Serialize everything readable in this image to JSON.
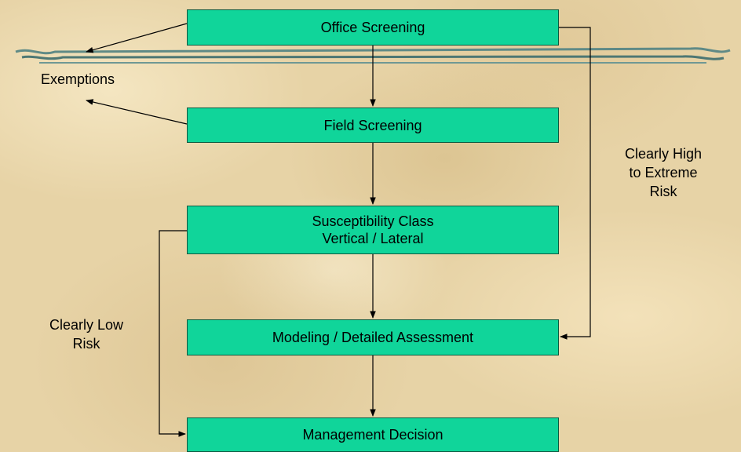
{
  "nodes": {
    "office_screening": "Office Screening",
    "field_screening": "Field Screening",
    "susceptibility_line1": "Susceptibility Class",
    "susceptibility_line2": "Vertical / Lateral",
    "modeling": "Modeling / Detailed Assessment",
    "management": "Management Decision"
  },
  "labels": {
    "exemptions": "Exemptions",
    "high_line1": "Clearly High",
    "high_line2": "to Extreme",
    "high_line3": "Risk",
    "low_line1": "Clearly Low",
    "low_line2": "Risk"
  },
  "colors": {
    "box_fill": "#10d59a",
    "background": "#e7d3a6",
    "rule": "#5f8a86"
  }
}
